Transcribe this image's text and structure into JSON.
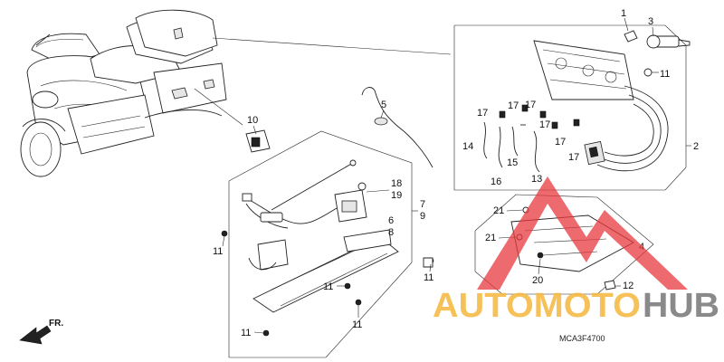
{
  "diagram_code": "MCA3F4700",
  "front_marker": "FR.",
  "callouts": {
    "c1": "1",
    "c2": "2",
    "c3": "3",
    "c4": "4",
    "c5": "5",
    "c6_8": [
      "6",
      "8"
    ],
    "c7_9": [
      "7",
      "9"
    ],
    "c10": "10",
    "c11": "11",
    "c12": "12",
    "c13": "13",
    "c14": "14",
    "c15": "15",
    "c16": "16",
    "c17": "17",
    "c18_19": [
      "18",
      "19"
    ],
    "c20": "20",
    "c21": "21"
  },
  "watermark": {
    "word_a": "AUTOMOTO",
    "word_b": "HUB",
    "colors": {
      "orange": "#f5b942",
      "gray": "#7a7a7a",
      "red": "#e8383d"
    }
  }
}
